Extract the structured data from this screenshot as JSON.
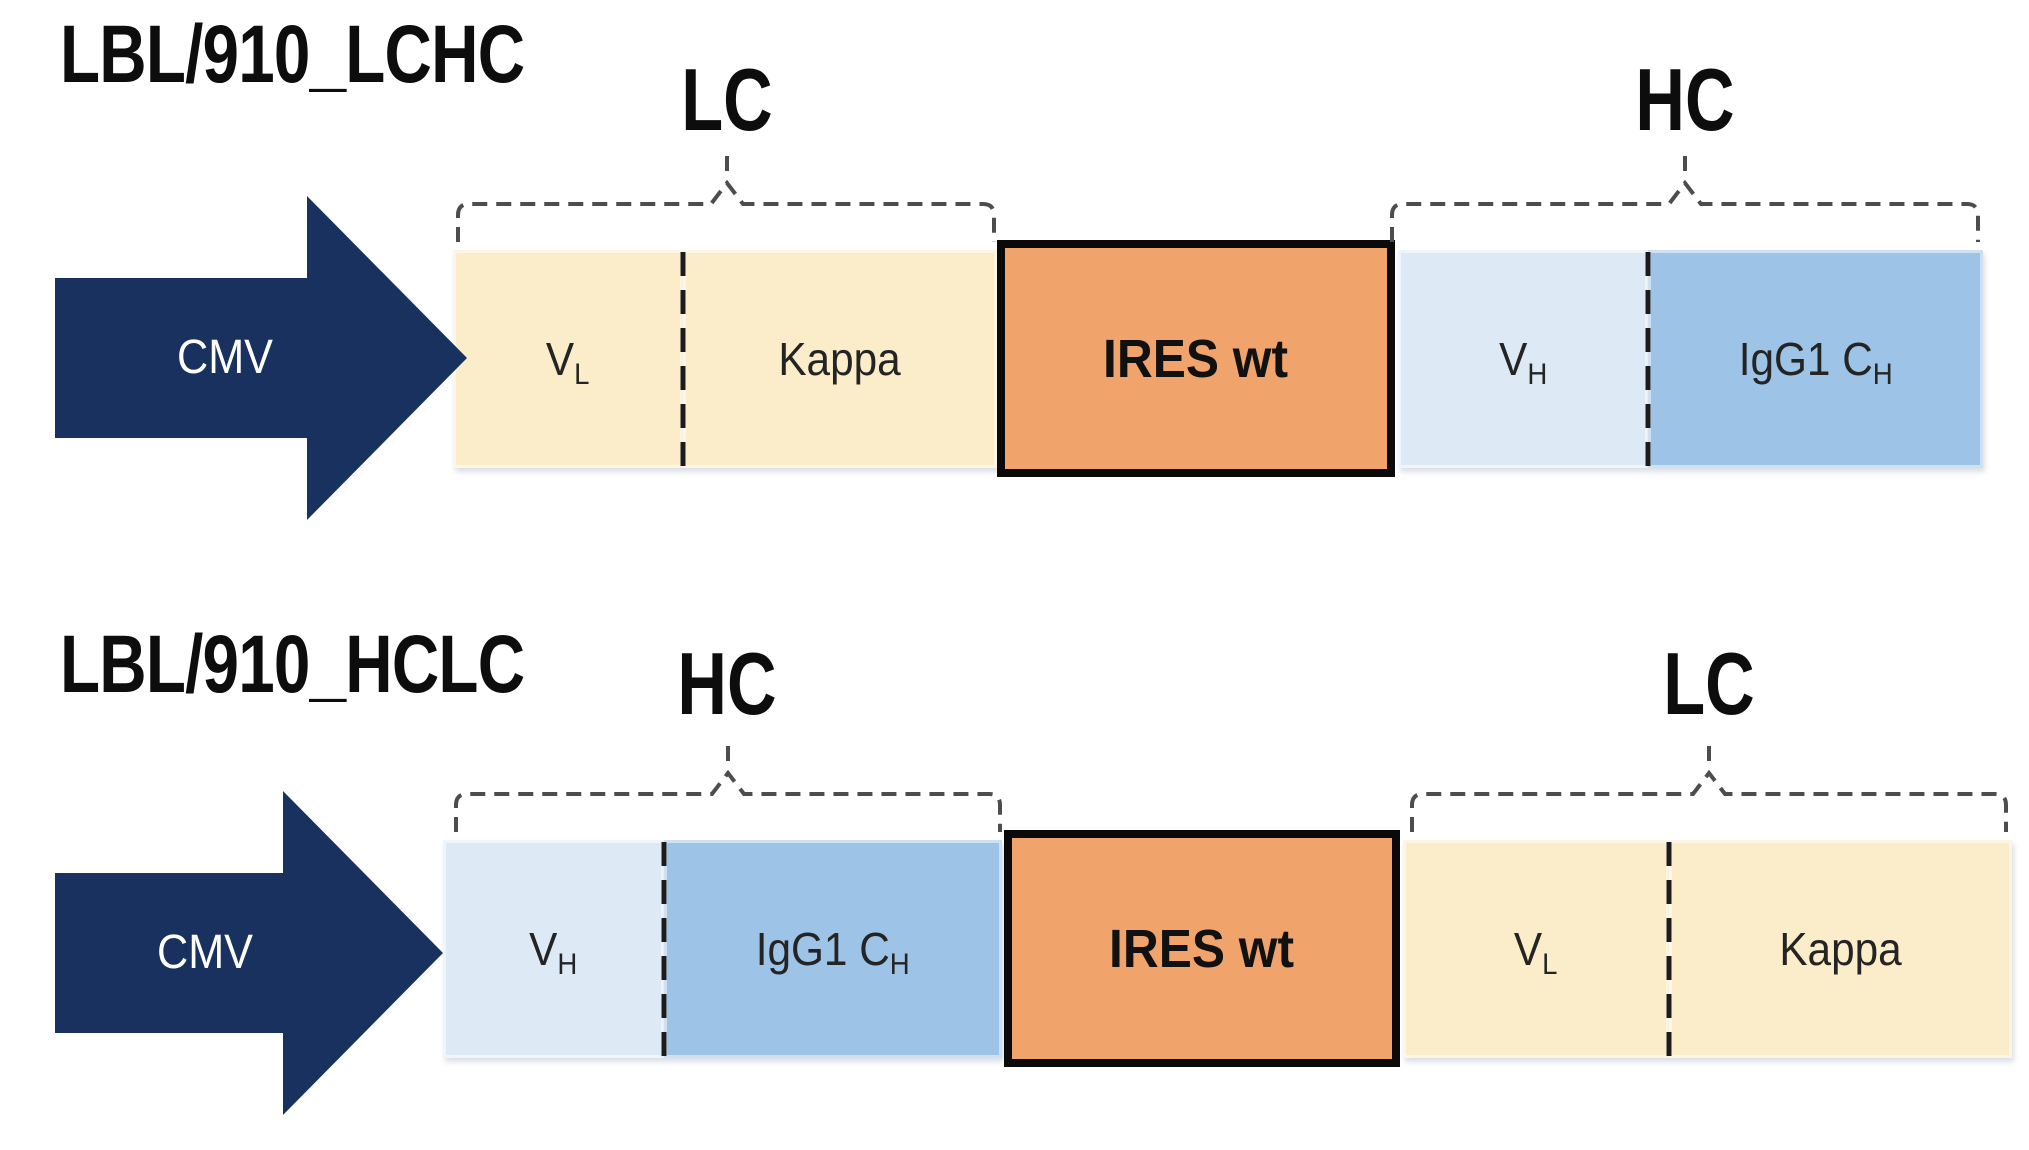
{
  "colors": {
    "navy": "#18315E",
    "cream": "#FBEDC9",
    "orange": "#F0A36A",
    "light_blue": "#DDEAF6",
    "mid_blue": "#9DC3E6",
    "brace_gray": "#4D4D4D",
    "divider_black": "#1C1C1C"
  },
  "constructs": [
    {
      "title": "LBL/910_LCHC",
      "promoter": "CMV",
      "groups": [
        {
          "label": "LC"
        },
        {
          "label": "HC"
        }
      ],
      "segments": [
        {
          "text": "V",
          "sub": "L"
        },
        {
          "text": "Kappa",
          "sub": ""
        },
        {
          "text": "IRES wt",
          "sub": ""
        },
        {
          "text": "V",
          "sub": "H"
        },
        {
          "text": "IgG1 C",
          "sub": "H"
        }
      ]
    },
    {
      "title": "LBL/910_HCLC",
      "promoter": "CMV",
      "groups": [
        {
          "label": "HC"
        },
        {
          "label": "LC"
        }
      ],
      "segments": [
        {
          "text": "V",
          "sub": "H"
        },
        {
          "text": "IgG1 C",
          "sub": "H"
        },
        {
          "text": "IRES wt",
          "sub": ""
        },
        {
          "text": "V",
          "sub": "L"
        },
        {
          "text": "Kappa",
          "sub": ""
        }
      ]
    }
  ]
}
